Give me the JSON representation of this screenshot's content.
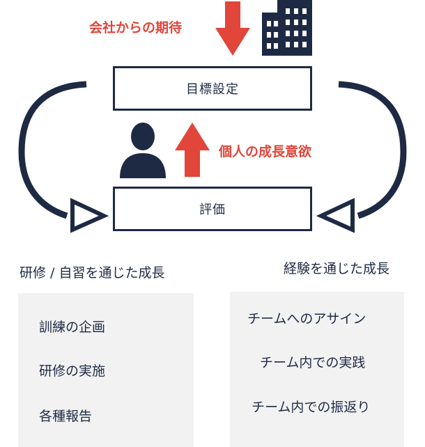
{
  "diagram": {
    "top_label": "会社からの期待",
    "goal_box": "目標設定",
    "middle_label": "個人の成長意欲",
    "eval_box": "評価"
  },
  "left": {
    "title": "研修 / 自習を通じた成長",
    "items": [
      "訓練の企画",
      "研修の実施",
      "各種報告"
    ]
  },
  "right": {
    "title": "経験を通じた成長",
    "items": [
      "チームへのアサイン",
      "チーム内での実践",
      "チーム内での振返り"
    ]
  },
  "colors": {
    "navy": "#1e2a44",
    "red": "#e2453a",
    "panel": "#f2f2f2"
  },
  "icons": [
    "building-icon",
    "person-icon",
    "down-arrow-icon",
    "up-arrow-icon",
    "cycle-arrow-left",
    "cycle-arrow-right"
  ]
}
